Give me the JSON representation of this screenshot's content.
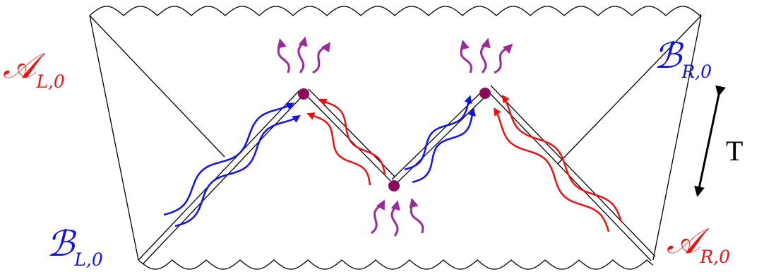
{
  "labels": {
    "a_left": {
      "main": "𝒜",
      "sub": "L,0",
      "color": "#ee1111"
    },
    "b_right": {
      "main": "ℬ",
      "sub": "R,0",
      "color": "#1111ee"
    },
    "b_left": {
      "main": "ℬ",
      "sub": "L,0",
      "color": "#1111ee"
    },
    "a_right": {
      "main": "𝒜",
      "sub": "R,0",
      "color": "#ee1111"
    },
    "time_interval": "T"
  },
  "colors": {
    "outline": "#000000",
    "left_signal": "#1111ee",
    "right_signal": "#ee1111",
    "event": "#8b0a5a",
    "radiation": "#9b2a9b"
  }
}
